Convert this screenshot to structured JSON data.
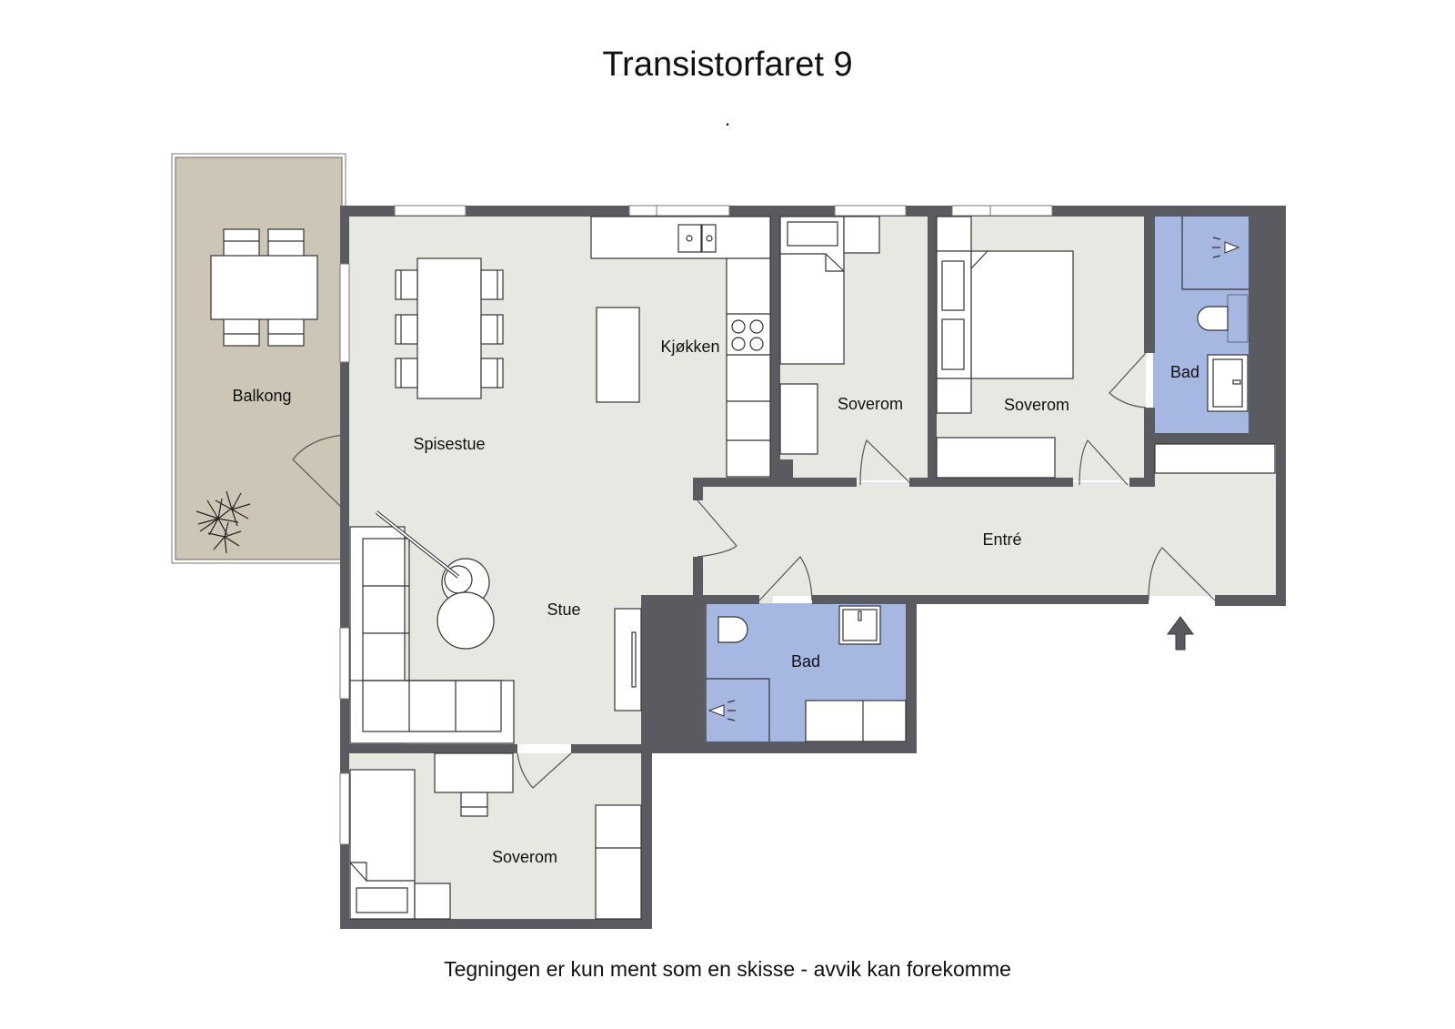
{
  "header": {
    "title": "Transistorfaret 9",
    "subtitle": "."
  },
  "footer": {
    "disclaimer": "Tegningen er kun ment som en skisse - avvik kan forekomme"
  },
  "colors": {
    "floor": "#e8e8e2",
    "wall": "#595b60",
    "bathroom": "#a6b8e2",
    "balcony": "#cdc6b7",
    "furniture": "#ffffff"
  },
  "rooms": [
    {
      "id": "balkong",
      "label": "Balkong"
    },
    {
      "id": "spisestue",
      "label": "Spisestue"
    },
    {
      "id": "kjokken",
      "label": "Kjøkken"
    },
    {
      "id": "stue",
      "label": "Stue"
    },
    {
      "id": "soverom1",
      "label": "Soverom"
    },
    {
      "id": "soverom2",
      "label": "Soverom"
    },
    {
      "id": "bad1",
      "label": "Bad"
    },
    {
      "id": "entre",
      "label": "Entré"
    },
    {
      "id": "bad2",
      "label": "Bad"
    },
    {
      "id": "soverom3",
      "label": "Soverom"
    }
  ],
  "icons": {
    "entrance": "entrance-arrow-icon",
    "plant": "plant-icon",
    "shower": "shower-icon",
    "toilet": "toilet-icon",
    "sink": "sink-icon",
    "stove": "stove-icon"
  }
}
